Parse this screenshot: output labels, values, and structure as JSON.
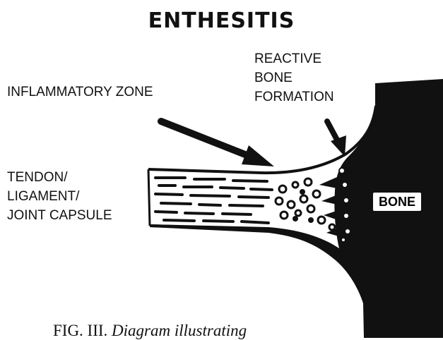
{
  "title": "ENTHESITIS",
  "labels": {
    "inflammatory_zone": "INFLAMMATORY ZONE",
    "reactive_bone": [
      "REACTIVE",
      "BONE",
      "FORMATION"
    ],
    "tendon": [
      "TENDON/",
      "LIGAMENT/",
      "JOINT CAPSULE"
    ],
    "bone": "BONE"
  },
  "caption": {
    "prefix": "FIG. III.",
    "italic": "Diagram illustrating"
  }
}
